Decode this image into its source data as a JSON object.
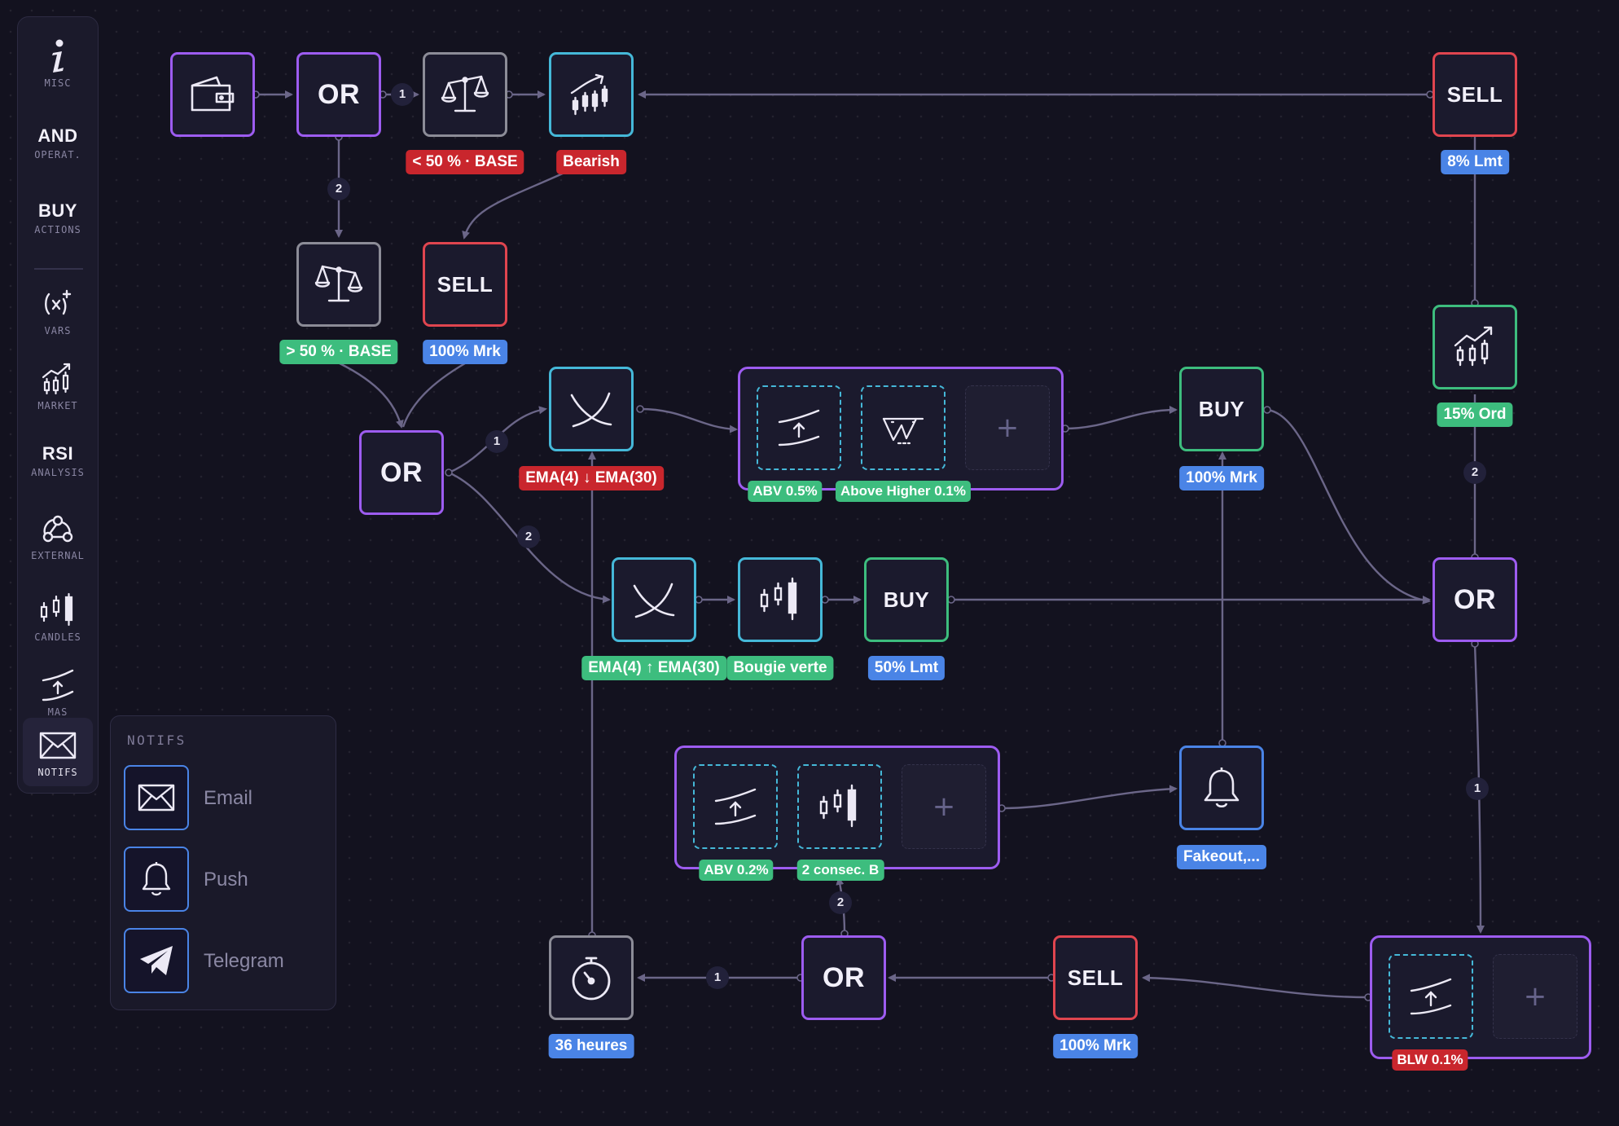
{
  "sidebar": {
    "categories": [
      {
        "icon": "info-icon",
        "label": "MISC"
      },
      {
        "text": "AND",
        "label": "OPERAT."
      },
      {
        "text": "BUY",
        "label": "ACTIONS"
      },
      {
        "icon": "variable-icon",
        "label": "VARS"
      },
      {
        "icon": "market-chart-icon",
        "label": "MARKET"
      },
      {
        "text": "RSI",
        "label": "ANALYSIS"
      },
      {
        "icon": "webhook-icon",
        "label": "EXTERNAL"
      },
      {
        "icon": "candles-icon",
        "label": "CANDLES"
      },
      {
        "icon": "moving-average-icon",
        "label": "MAS"
      },
      {
        "icon": "email-icon",
        "label": "NOTIFS",
        "active": true
      }
    ]
  },
  "notifs_panel": {
    "title": "NOTIFS",
    "items": [
      {
        "icon": "email-icon",
        "label": "Email"
      },
      {
        "icon": "bell-icon",
        "label": "Push"
      },
      {
        "icon": "telegram-icon",
        "label": "Telegram"
      }
    ]
  },
  "nodes": {
    "or_a": "OR",
    "or_b": "OR",
    "or_c": "OR",
    "or_d": "OR",
    "sell_a": "SELL",
    "sell_b": "SELL",
    "sell_c": "SELL",
    "buy_a": "BUY",
    "buy_b": "BUY",
    "add_slot": "+"
  },
  "badges": {
    "balance_a": "< 50 % · BASE",
    "trend": "Bearish",
    "sell_top_right": "8% Lmt",
    "balance_b": "> 50 % · BASE",
    "sell_mid": "100% Mrk",
    "ema_cross_down": "EMA(4) ↓ EMA(30)",
    "group_a_slot1": "ABV 0.5%",
    "group_a_slot2": "Above Higher 0.1%",
    "buy_mid": "100% Mrk",
    "market_right": "15% Ord",
    "ema_cross_up": "EMA(4) ↑ EMA(30)",
    "candle_green": "Bougie verte",
    "buy_low": "50% Lmt",
    "group_b_slot1": "ABV 0.2%",
    "group_b_slot2": "2 consec. B",
    "notification": "Fakeout,...",
    "timer": "36 heures",
    "sell_bottom": "100% Mrk",
    "group_c_slot1": "BLW 0.1%"
  },
  "edge_numbers": {
    "n1": "1",
    "n2": "2",
    "n3": "1",
    "n4": "2",
    "n5": "2",
    "n6": "1",
    "n7": "2",
    "n8": "1"
  },
  "colors": {
    "background": "#13121f",
    "operator": "#9d5cf0",
    "condition": "#8c8c97",
    "indicator": "#45b8d8",
    "sell": "#e0454f",
    "buy": "#3dbd7e",
    "notification": "#4a84e6",
    "wire": "#6b6688"
  }
}
